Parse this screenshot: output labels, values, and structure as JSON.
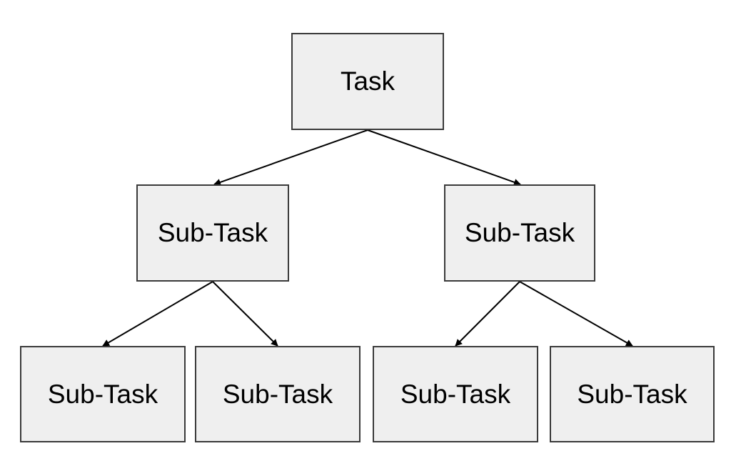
{
  "diagram": {
    "root": {
      "label": "Task"
    },
    "level1": [
      {
        "label": "Sub-Task"
      },
      {
        "label": "Sub-Task"
      }
    ],
    "level2": [
      {
        "label": "Sub-Task"
      },
      {
        "label": "Sub-Task"
      },
      {
        "label": "Sub-Task"
      },
      {
        "label": "Sub-Task"
      }
    ],
    "edges": [
      {
        "from": "Task",
        "to": "Sub-Task (left)"
      },
      {
        "from": "Task",
        "to": "Sub-Task (right)"
      },
      {
        "from": "Sub-Task (left)",
        "to": "Sub-Task (bottom 1)"
      },
      {
        "from": "Sub-Task (left)",
        "to": "Sub-Task (bottom 2)"
      },
      {
        "from": "Sub-Task (right)",
        "to": "Sub-Task (bottom 3)"
      },
      {
        "from": "Sub-Task (right)",
        "to": "Sub-Task (bottom 4)"
      }
    ]
  },
  "colors": {
    "box_fill": "#efefef",
    "box_border": "#3a3a3a",
    "arrow": "#000000",
    "background": "#ffffff"
  }
}
